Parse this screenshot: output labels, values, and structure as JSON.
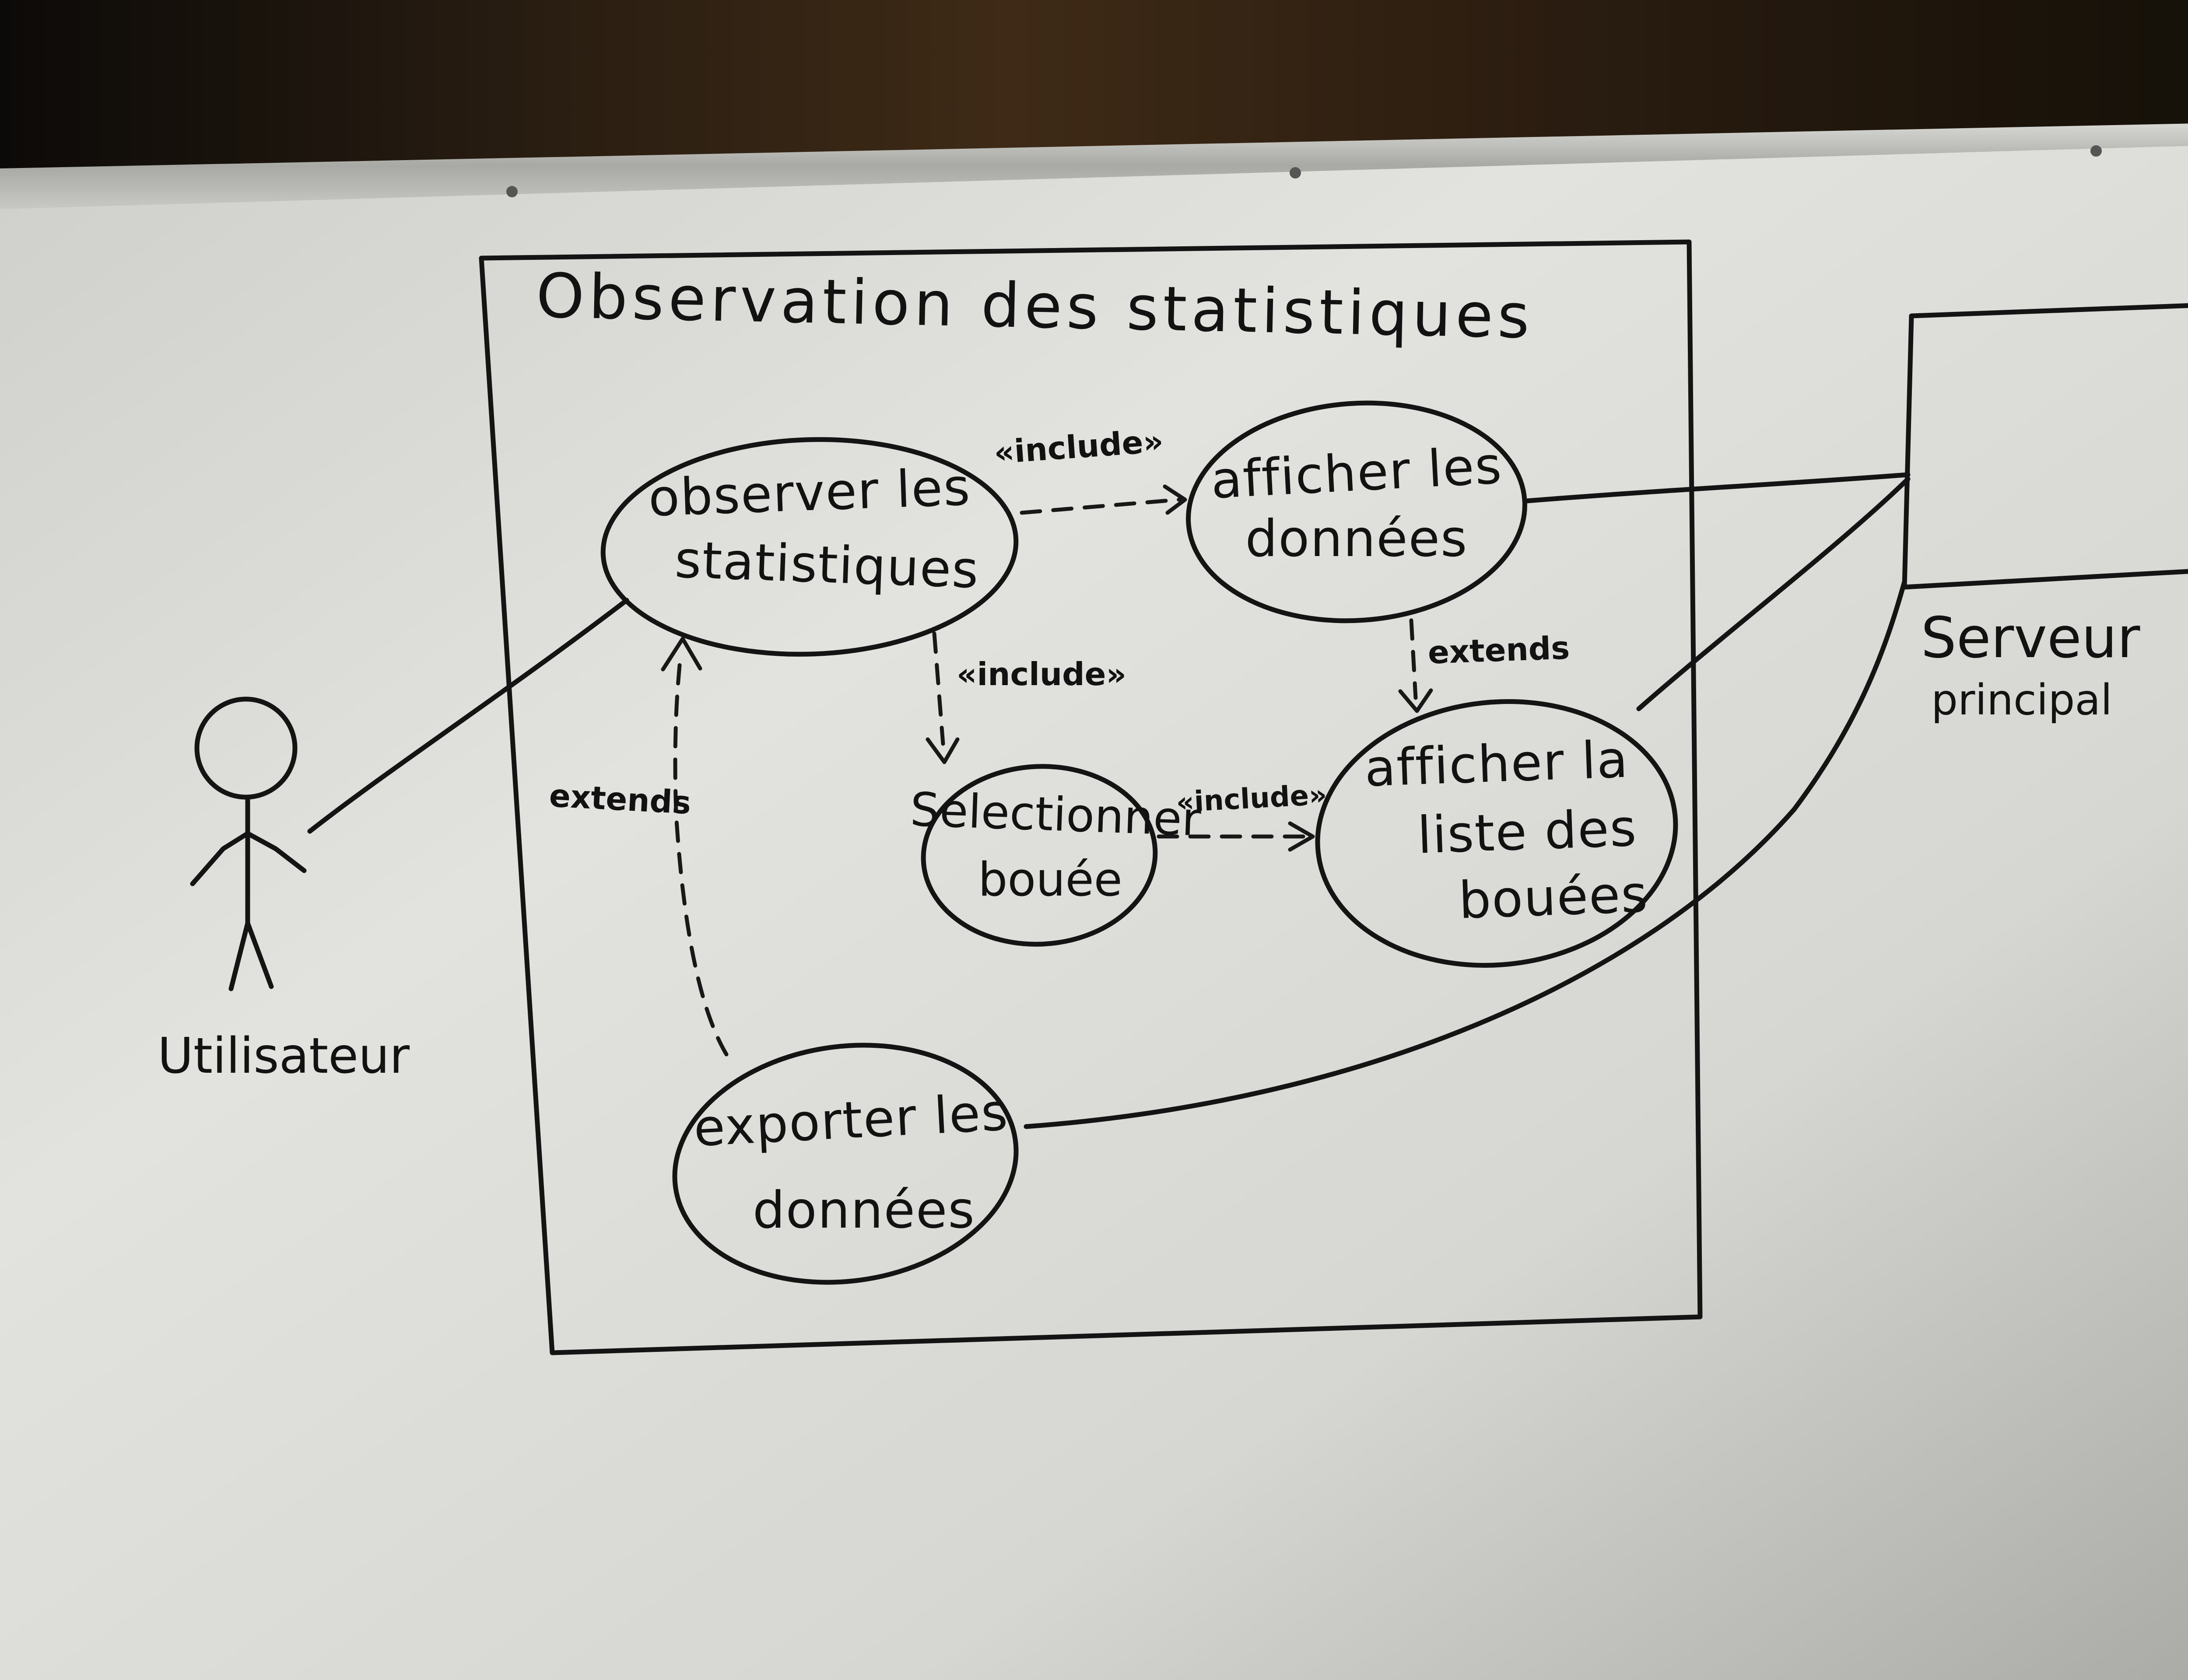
{
  "diagram": {
    "system_title": "Observation des statistiques",
    "actors": [
      {
        "id": "utilisateur",
        "label": "Utilisateur"
      },
      {
        "id": "serveur",
        "label": "Serveur principal",
        "line1": "Serveur",
        "line2": "principal"
      }
    ],
    "use_cases": [
      {
        "id": "observer",
        "line1": "observer les",
        "line2": "statistiques"
      },
      {
        "id": "afficher_donnees",
        "line1": "afficher les",
        "line2": "données"
      },
      {
        "id": "selectionner",
        "line1": "Selectionner",
        "line2": "bouée"
      },
      {
        "id": "afficher_liste",
        "line1": "afficher la",
        "line2": "liste des",
        "line3": "bouées"
      },
      {
        "id": "exporter",
        "line1": "exporter les",
        "line2": "données"
      }
    ],
    "relations": [
      {
        "from": "observer",
        "to": "afficher_donnees",
        "label": "«include»"
      },
      {
        "from": "observer",
        "to": "selectionner",
        "label": "«include»"
      },
      {
        "from": "selectionner",
        "to": "afficher_liste",
        "label": "«include»"
      },
      {
        "from": "afficher_donnees",
        "to": "afficher_liste",
        "label": "extends"
      },
      {
        "from": "exporter",
        "to": "observer",
        "label": "extends"
      }
    ],
    "associations": [
      {
        "from": "utilisateur",
        "to": "observer"
      },
      {
        "from": "afficher_donnees",
        "to": "serveur"
      },
      {
        "from": "afficher_liste",
        "to": "serveur"
      },
      {
        "from": "exporter",
        "to": "serveur"
      }
    ]
  },
  "colors": {
    "board": "#dcdcd8",
    "ink": "#141414",
    "frame": "#b8b8b4"
  }
}
